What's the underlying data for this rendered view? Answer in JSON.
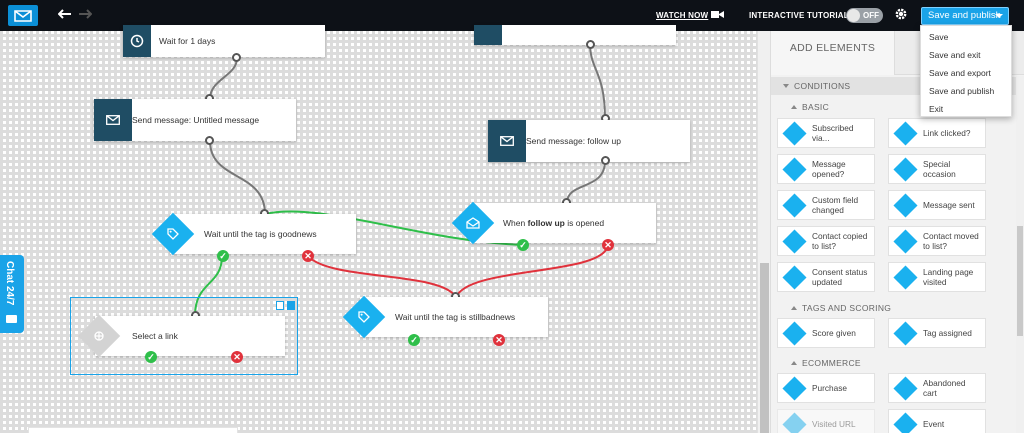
{
  "toolbar": {
    "watch_now": "WATCH NOW",
    "interactive_tutorial": "INTERACTIVE TUTORIAL",
    "toggle_state": "OFF",
    "publish_label": "Save and publish"
  },
  "publish_menu": [
    "Save",
    "Save and exit",
    "Save and export",
    "Save and publish",
    "Exit"
  ],
  "canvas": {
    "wait_days": "Wait for 1 days",
    "send_untitled": "Send message: Untitled message",
    "send_followup": "Send message: follow up",
    "wait_goodnews": "Wait until the tag is goodnews",
    "when_prefix": "When ",
    "when_bold": "follow up",
    "when_suffix": " is opened",
    "select_link": "Select a link",
    "wait_stillbad": "Wait until the tag is stillbadnews"
  },
  "chat": {
    "label": "Chat 24/7"
  },
  "panel": {
    "tab": "ADD ELEMENTS",
    "conditions": "CONDITIONS",
    "basic": "BASIC",
    "tags_scoring": "TAGS AND SCORING",
    "ecommerce": "ECOMMERCE",
    "basic_items": [
      [
        "Subscribed",
        "via..."
      ],
      [
        "Link clicked?"
      ],
      [
        "Message",
        "opened?"
      ],
      [
        "Special",
        "occasion"
      ],
      [
        "Custom field",
        "changed"
      ],
      [
        "Message sent"
      ],
      [
        "Contact copied",
        "to list?"
      ],
      [
        "Contact moved",
        "to list?"
      ],
      [
        "Consent status",
        "updated"
      ],
      [
        "Landing page",
        "visited"
      ]
    ],
    "tag_items": [
      "Score given",
      "Tag assigned"
    ],
    "ecom_items": [
      [
        "Purchase"
      ],
      [
        "Abandoned",
        "cart"
      ],
      [
        "Visited URL"
      ],
      [
        "Event"
      ]
    ]
  },
  "colors": {
    "accent": "#1ab1ef",
    "dark_icon": "#1f4d64",
    "success": "#2fbf4a",
    "danger": "#e0323c"
  }
}
